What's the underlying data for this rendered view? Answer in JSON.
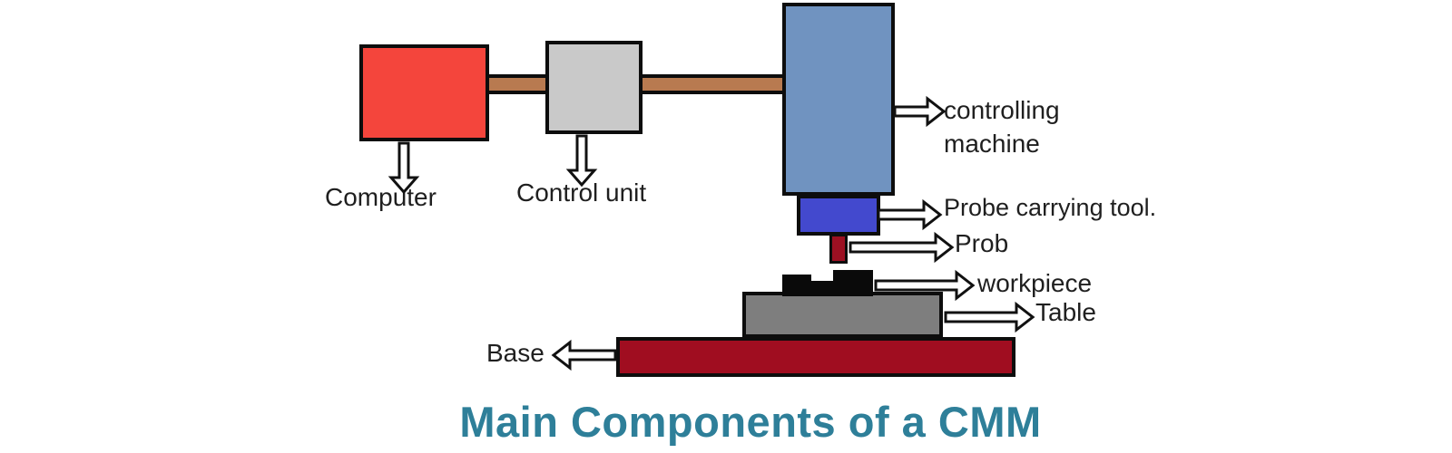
{
  "title": {
    "text": "Main Components of a CMM",
    "color": "#2e7f99"
  },
  "diagram": {
    "labels": {
      "computer": "Computer",
      "control_unit": "Control unit",
      "controlling_machine_line1": "controlling",
      "controlling_machine_line2": "machine",
      "probe_carrying_tool": "Probe carrying tool.",
      "prob": "Prob",
      "workpiece": "workpiece",
      "table": "Table",
      "base": "Base"
    },
    "colors": {
      "computer_box": "#f4453c",
      "control_unit_box": "#c9c9c9",
      "cable": "#b87a50",
      "column": "#7093c0",
      "probe_carrier": "#4349ce",
      "probe": "#9c1022",
      "workpiece": "#0a0a0a",
      "table": "#7e7e7e",
      "base": "#a00d20",
      "label_text": "#1f1f1f",
      "outline": "#0d0d0d"
    },
    "icons": {
      "down_arrow": "⇩",
      "right_arrow": "⇨",
      "left_arrow": "⇦"
    }
  }
}
